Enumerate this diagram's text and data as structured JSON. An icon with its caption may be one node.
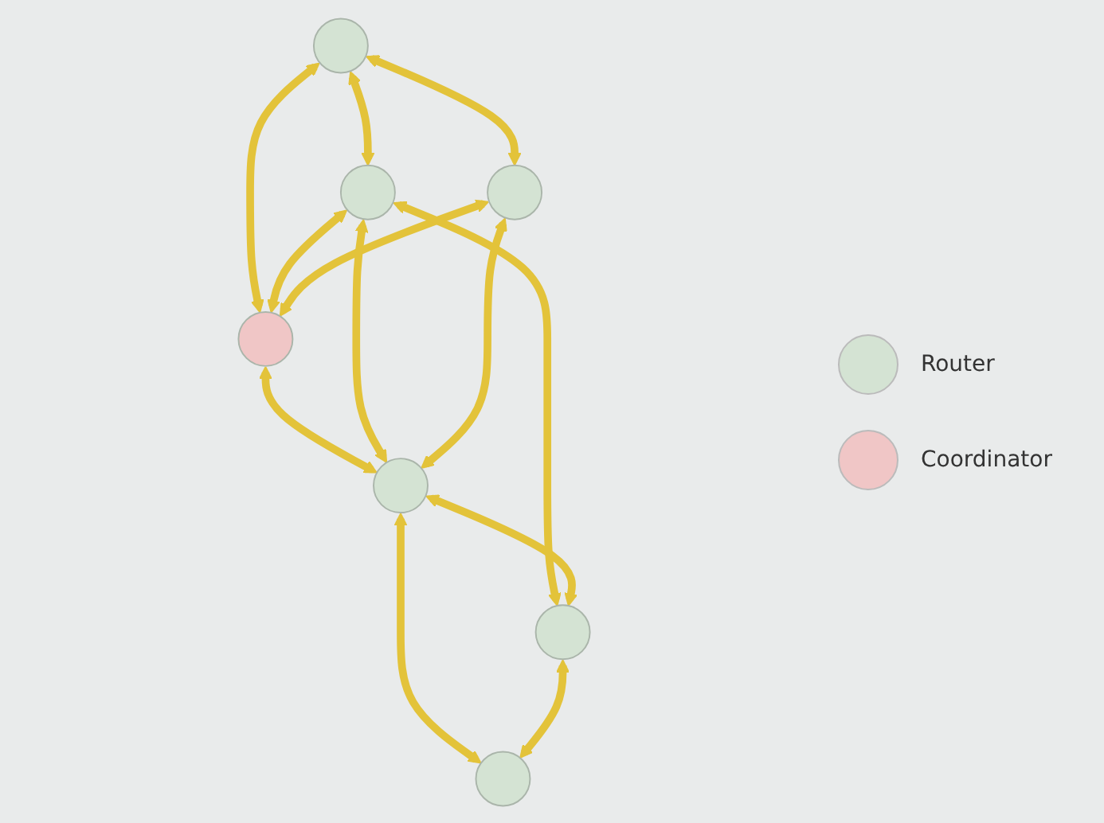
{
  "diagram": {
    "nodes": [
      {
        "text": [],
        "shape": "circle"
      },
      {
        "text": [],
        "shape": "circle"
      },
      {
        "text": [],
        "shape": "circle"
      },
      {
        "text": [],
        "shape": "circle"
      },
      {
        "text": [],
        "shape": "circle"
      },
      {
        "text": [],
        "shape": "circle"
      },
      {
        "text": [],
        "shape": "circle"
      }
    ],
    "edges": [
      {
        "from": 0,
        "to": 1,
        "arrow": "both"
      },
      {
        "from": 0,
        "to": 2,
        "arrow": "both"
      },
      {
        "from": 0,
        "to": 3,
        "arrow": "both"
      },
      {
        "from": 1,
        "to": 3,
        "arrow": "both"
      },
      {
        "from": 2,
        "to": 3,
        "arrow": "both"
      },
      {
        "from": 3,
        "to": 4,
        "arrow": "both"
      },
      {
        "from": 1,
        "to": 4,
        "arrow": "both"
      },
      {
        "from": 2,
        "to": 4,
        "arrow": "both"
      },
      {
        "from": 1,
        "to": 5,
        "arrow": "both"
      },
      {
        "from": 4,
        "to": 5,
        "arrow": "both"
      },
      {
        "from": 4,
        "to": 6,
        "arrow": "both"
      },
      {
        "from": 5,
        "to": 6,
        "arrow": "both"
      }
    ],
    "legend": [
      {
        "text": "Router",
        "color": "#d4e3d3"
      },
      {
        "text": "Coordinator",
        "color": "#f0c6c6"
      }
    ]
  }
}
